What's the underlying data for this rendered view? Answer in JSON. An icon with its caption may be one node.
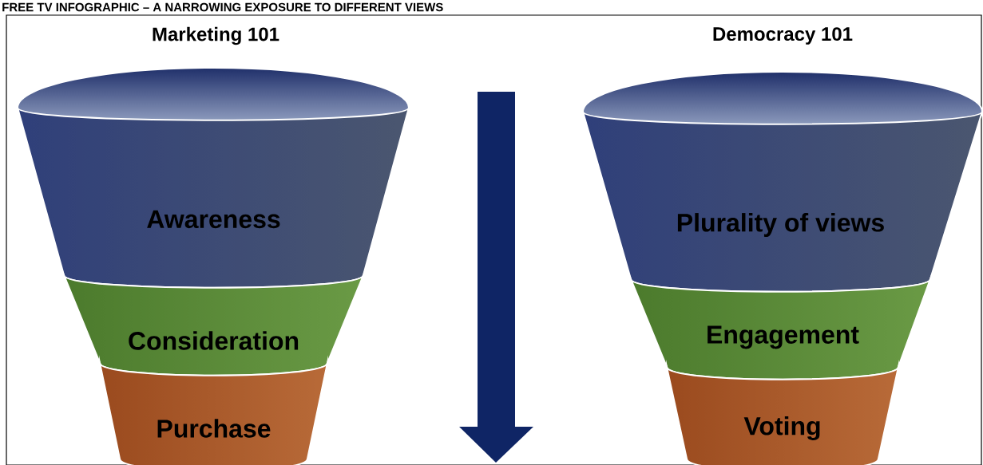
{
  "diagram": {
    "title": "FREE TV INFOGRAPHIC – A NARROWING EXPOSURE TO DIFFERENT VIEWS",
    "nodes": [
      {
        "text": [
          "Awareness"
        ]
      },
      {
        "text": [
          "Consideration"
        ]
      },
      {
        "text": [
          "Purchase"
        ]
      },
      {
        "text": [
          "Plurality of views"
        ]
      },
      {
        "text": [
          "Engagement"
        ]
      },
      {
        "text": [
          "Voting"
        ]
      }
    ],
    "labels": [
      "Marketing 101",
      "Democracy 101"
    ]
  }
}
